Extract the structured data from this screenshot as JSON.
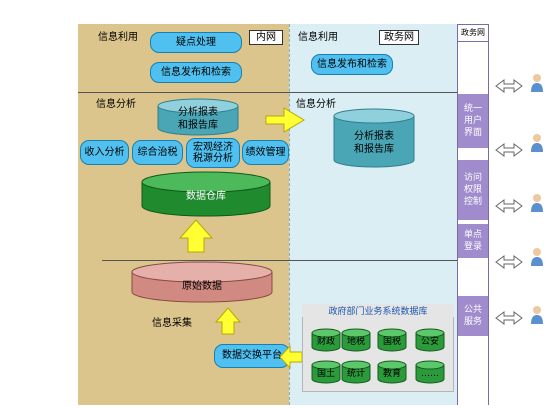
{
  "left_panel": {
    "tab_label": "内网",
    "info_use_label": "信息利用",
    "info_analysis_label": "信息分析",
    "info_collection_label": "信息采集",
    "doubt_processing": "疑点处理",
    "info_publish_search": "信息发布和检索",
    "analysis_report_db": "分析报表\n和报告库",
    "income_analysis": "收入分析",
    "comprehensive_tax": "综合治税",
    "macro_tax_source": "宏观经济\n税源分析",
    "performance_mgmt": "绩效管理",
    "data_warehouse": "数据仓库",
    "raw_data": "原始数据",
    "data_exchange_platform": "数据交换平台"
  },
  "right_panel": {
    "tab_label": "政务网",
    "info_use_label": "信息利用",
    "info_analysis_label": "信息分析",
    "info_publish_search": "信息发布和检索",
    "analysis_report_db": "分析报表\n和报告库",
    "gov_db_title": "政府部门业务系统数据库",
    "gov_departments": [
      "财政",
      "地税",
      "国税",
      "公安",
      "国土",
      "统计",
      "教育",
      "……"
    ]
  },
  "side_column": {
    "header": "政务网",
    "blocks": [
      "统一\n用户\n界面",
      "访问\n权限\n控制",
      "单点\n登录",
      "公共\n服务"
    ]
  },
  "colors": {
    "left_bg": "#dcc58d",
    "right_bg": "#dbeef3",
    "pill": "#4fc0ef",
    "teal_cylinder": "#4aa5b5",
    "green_cylinder": "#1f8a2e",
    "red_cylinder": "#d08a82",
    "mini_cylinder": "#2a9a3a",
    "side_block": "#a08ccd",
    "arrow_fill": "#ffff33"
  }
}
